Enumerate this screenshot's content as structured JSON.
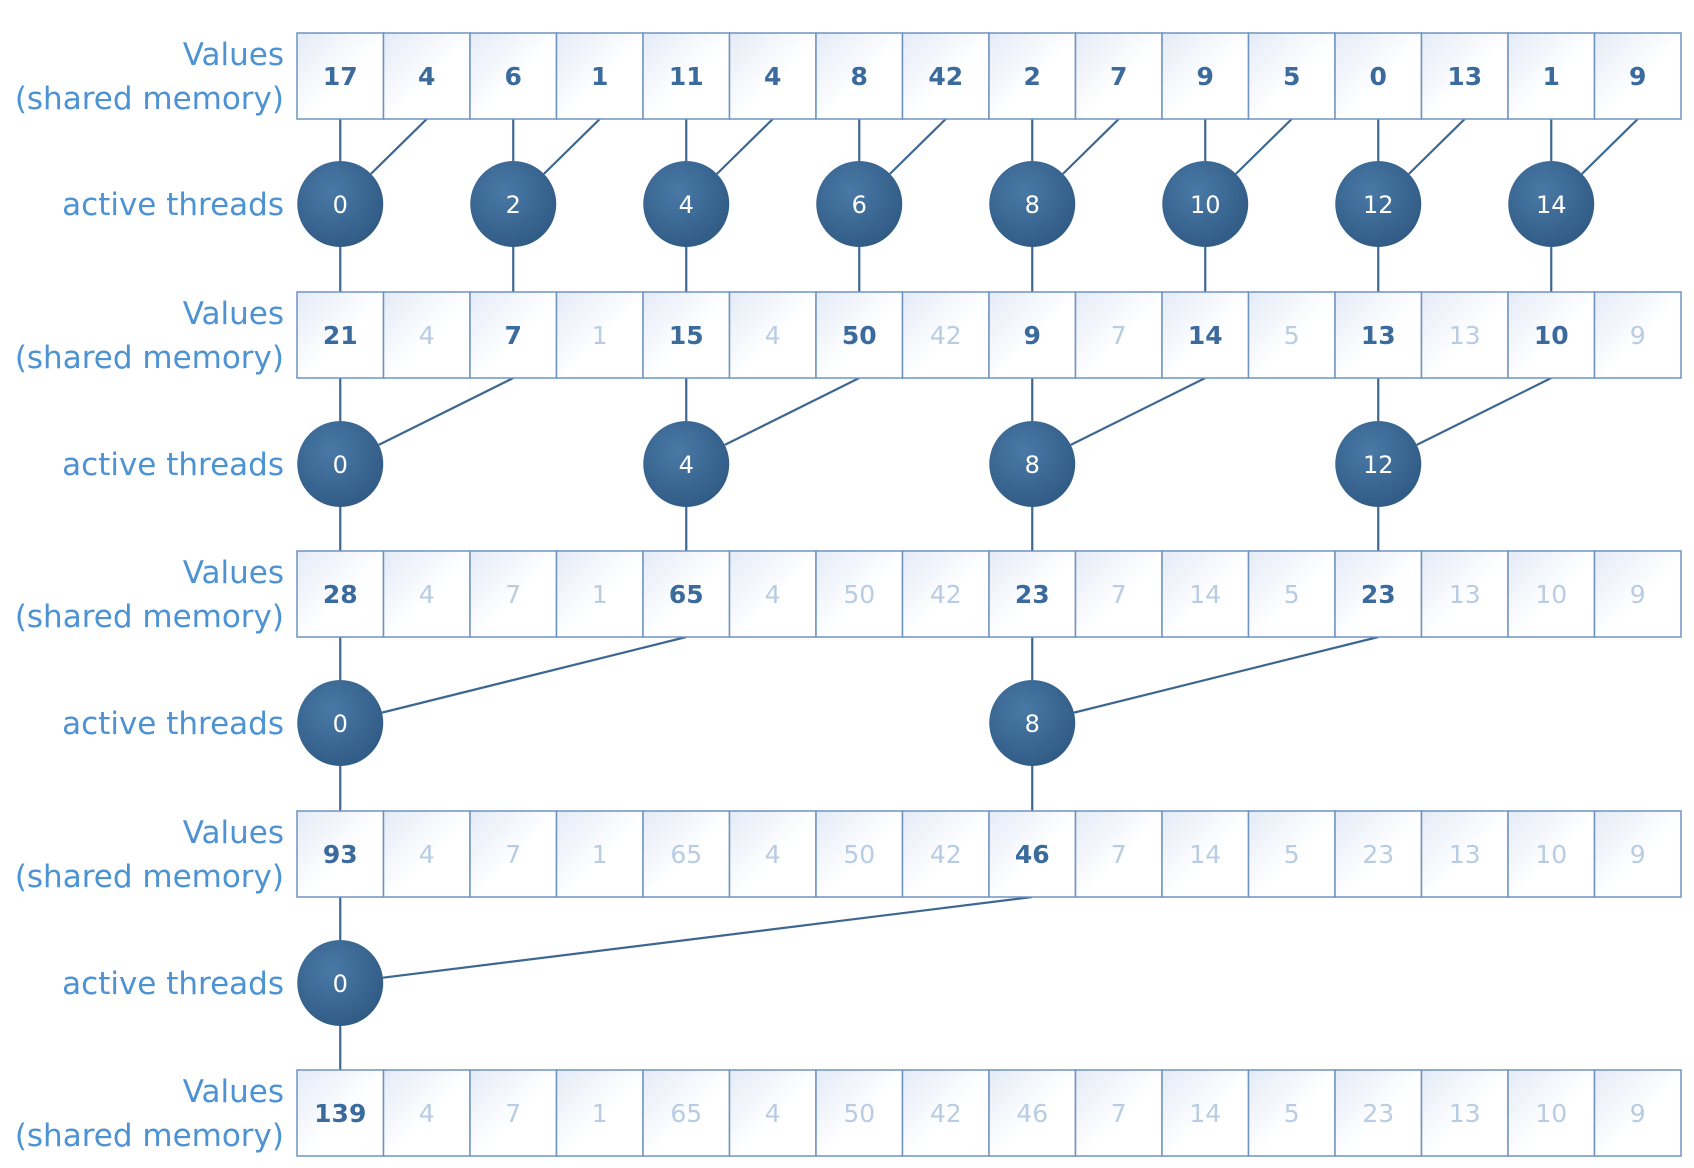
{
  "labels": {
    "values_line1": "Values",
    "values_line2": "(shared memory)",
    "threads": "active threads"
  },
  "colors": {
    "active_value": "#3b6a9c",
    "inactive_value": "#b8cce3",
    "label": "#4d93d4",
    "thread_fill": "#3a6690",
    "cell_border": "#6f93c0"
  },
  "value_rows": [
    {
      "values": [
        17,
        4,
        6,
        1,
        11,
        4,
        8,
        42,
        2,
        7,
        9,
        5,
        0,
        13,
        1,
        9
      ],
      "active": [
        0,
        1,
        2,
        3,
        4,
        5,
        6,
        7,
        8,
        9,
        10,
        11,
        12,
        13,
        14,
        15
      ]
    },
    {
      "values": [
        21,
        4,
        7,
        1,
        15,
        4,
        50,
        42,
        9,
        7,
        14,
        5,
        13,
        13,
        10,
        9
      ],
      "active": [
        0,
        2,
        4,
        6,
        8,
        10,
        12,
        14
      ]
    },
    {
      "values": [
        28,
        4,
        7,
        1,
        65,
        4,
        50,
        42,
        23,
        7,
        14,
        5,
        23,
        13,
        10,
        9
      ],
      "active": [
        0,
        4,
        8,
        12
      ]
    },
    {
      "values": [
        93,
        4,
        7,
        1,
        65,
        4,
        50,
        42,
        46,
        7,
        14,
        5,
        23,
        13,
        10,
        9
      ],
      "active": [
        0,
        8
      ]
    },
    {
      "values": [
        139,
        4,
        7,
        1,
        65,
        4,
        50,
        42,
        46,
        7,
        14,
        5,
        23,
        13,
        10,
        9
      ],
      "active": [
        0
      ]
    }
  ],
  "thread_rows": [
    {
      "threads": [
        0,
        2,
        4,
        6,
        8,
        10,
        12,
        14
      ],
      "stride": 1
    },
    {
      "threads": [
        0,
        4,
        8,
        12
      ],
      "stride": 2
    },
    {
      "threads": [
        0,
        8
      ],
      "stride": 4
    },
    {
      "threads": [
        0
      ],
      "stride": 8
    }
  ]
}
